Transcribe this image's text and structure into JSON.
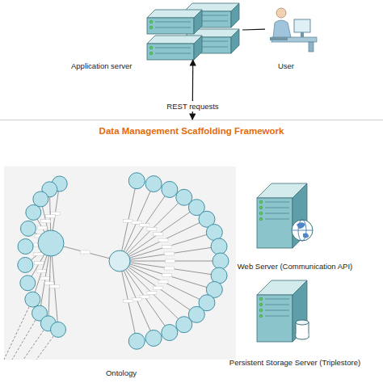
{
  "diagram": {
    "nodes": [
      {
        "text": [
          "Application server"
        ]
      },
      {
        "text": [
          "User"
        ]
      },
      {
        "text": [
          "Data Management Scaffolding Framework"
        ]
      },
      {
        "text": [
          "Ontology"
        ],
        "in": 2
      },
      {
        "text": [
          "Web Server (Communication API)"
        ],
        "in": 2
      },
      {
        "text": [
          "Persistent Storage Server (Triplestore)"
        ],
        "in": 2
      }
    ],
    "edges": [
      {
        "from": 1,
        "to": 0,
        "arrow": "none"
      },
      {
        "from": 0,
        "to": 2,
        "label": "REST requests",
        "arrow": "both"
      }
    ]
  }
}
